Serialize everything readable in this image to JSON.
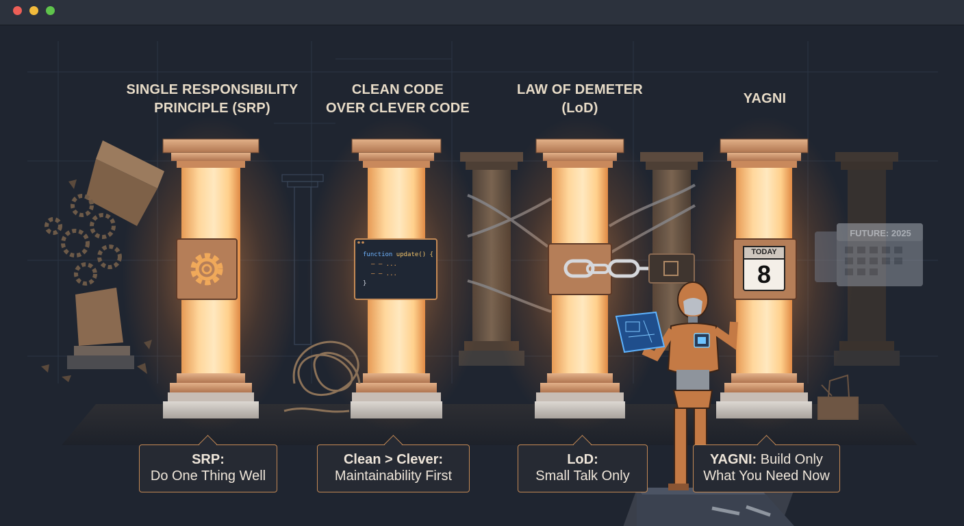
{
  "colors": {
    "background": "#1f2530",
    "pillar_glow": "#f4b870",
    "accent": "#c58a55",
    "text": "#e8dcc8"
  },
  "window_controls": [
    "close",
    "minimize",
    "maximize"
  ],
  "pillars": [
    {
      "heading": "SINGLE RESPONSIBILITY\nPRINCIPLE (SRP)",
      "icon": "gear-icon",
      "callout_bold": "SRP:",
      "callout_text": "Do One Thing Well"
    },
    {
      "heading": "CLEAN CODE\nOVER CLEVER CODE",
      "icon": "code-snippet",
      "code_line1_kw": "function",
      "code_line1_rest": "update() {",
      "code_line2": "— — ...",
      "code_line3": "— — ...",
      "code_line4": "}",
      "callout_bold": "Clean > Clever:",
      "callout_text": "Maintainability First"
    },
    {
      "heading": "LAW OF DEMETER\n(LoD)",
      "icon": "chain-link-icon",
      "callout_bold": "LoD:",
      "callout_text": "Small Talk Only"
    },
    {
      "heading": "YAGNI",
      "icon": "calendar-icon",
      "calendar_label": "TODAY",
      "calendar_day": "8",
      "callout_bold": "YAGNI:",
      "callout_text_a": "Build Only",
      "callout_text_b": "What You Need Now"
    }
  ],
  "future_calendar": {
    "label": "FUTURE: 2025"
  }
}
